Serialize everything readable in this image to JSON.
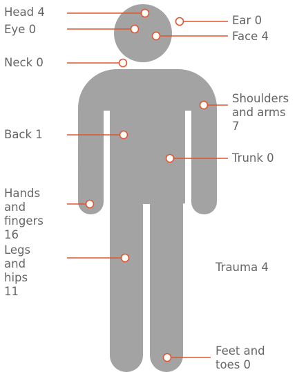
{
  "colors": {
    "figure": "#a3a3a3",
    "callout": "#e0552e",
    "text": "#666666",
    "background": "#ffffff"
  },
  "labels": {
    "head": "Head 4",
    "eye": "Eye 0",
    "neck": "Neck 0",
    "back": "Back 1",
    "hands": "Hands and fingers 16",
    "legs": "Legs and hips 11",
    "ear": "Ear 0",
    "face": "Face 4",
    "shoulders": "Shoulders and arms 7",
    "trunk": "Trunk 0",
    "trauma": "Trauma 4",
    "feet": "Feet and toes 0"
  }
}
